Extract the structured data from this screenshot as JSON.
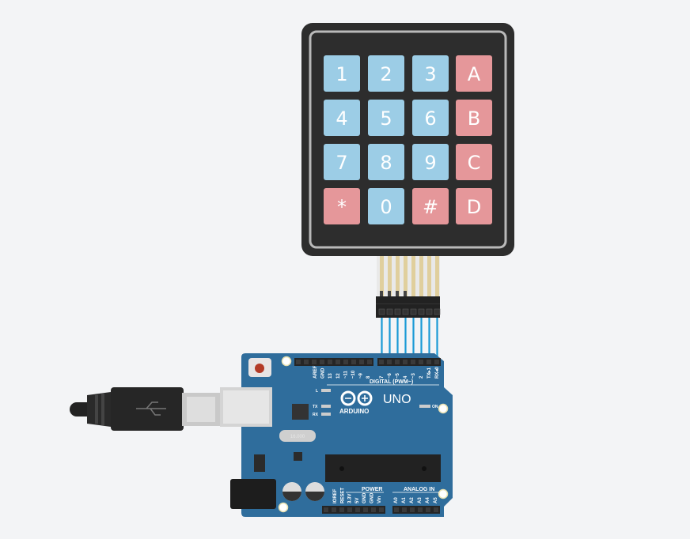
{
  "keypad": {
    "keys": [
      {
        "label": "1",
        "type": "num"
      },
      {
        "label": "2",
        "type": "num"
      },
      {
        "label": "3",
        "type": "num"
      },
      {
        "label": "A",
        "type": "letter"
      },
      {
        "label": "4",
        "type": "num"
      },
      {
        "label": "5",
        "type": "num"
      },
      {
        "label": "6",
        "type": "num"
      },
      {
        "label": "B",
        "type": "letter"
      },
      {
        "label": "7",
        "type": "num"
      },
      {
        "label": "8",
        "type": "num"
      },
      {
        "label": "9",
        "type": "num"
      },
      {
        "label": "C",
        "type": "letter"
      },
      {
        "label": "*",
        "type": "letter"
      },
      {
        "label": "0",
        "type": "num"
      },
      {
        "label": "#",
        "type": "letter"
      },
      {
        "label": "D",
        "type": "letter"
      }
    ],
    "colors": {
      "num": "#9ccde6",
      "letter": "#e5979a",
      "body": "#2d2d2d"
    }
  },
  "board": {
    "brand": "ARDUINO",
    "model": "UNO",
    "digital_label": "DIGITAL (PWM~)",
    "power_label": "POWER",
    "analog_label": "ANALOG IN",
    "on_label": "ON",
    "led_l": "L",
    "led_tx": "TX",
    "led_rx": "RX",
    "crystal_label": "16.000",
    "digital_pins_left": [
      "AREF",
      "GND",
      "13",
      "12",
      "~11",
      "~10",
      "~9",
      "8"
    ],
    "digital_pins_right": [
      "7",
      "~6",
      "~5",
      "4",
      "~3",
      "2",
      "TX▸1",
      "RX◂0"
    ],
    "power_pins": [
      "IOREF",
      "RESET",
      "3.3V",
      "5V",
      "GND",
      "GND",
      "Vin"
    ],
    "analog_pins": [
      "A0",
      "A1",
      "A2",
      "A3",
      "A4",
      "A5"
    ],
    "color": "#2f6d9c"
  },
  "wire_color": "#1a9ad6"
}
